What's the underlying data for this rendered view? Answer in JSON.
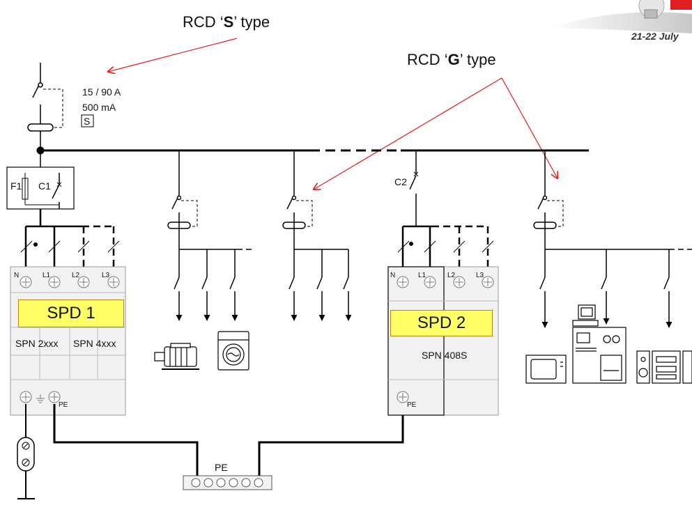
{
  "labels": {
    "rcd_s_prefix": "RCD ‘",
    "rcd_s_bold": "S",
    "rcd_s_suffix": "’ type",
    "rcd_g_prefix": "RCD ‘",
    "rcd_g_bold": "G",
    "rcd_g_suffix": "’ type",
    "rating_current": "15 / 90 A",
    "rating_sensitivity": "500 mA",
    "rating_type": "S",
    "f1": "F1",
    "c1": "C1",
    "c2": "C2",
    "spd1": "SPD 1",
    "spd2": "SPD 2",
    "spd1_model_a": "SPN 2xxx",
    "spd1_model_b": "SPN 4xxx",
    "spd2_model": "SPN 408S",
    "t_n": "N",
    "t_l1": "L1",
    "t_l2": "L2",
    "t_l3": "L3",
    "t_pe": "PE",
    "pe_bar": "PE",
    "date": "21-22 July"
  },
  "colors": {
    "wire": "#000000",
    "arrow": "#e02020",
    "spd_fill": "#ffff66",
    "module_fill": "#f2f2f2"
  }
}
